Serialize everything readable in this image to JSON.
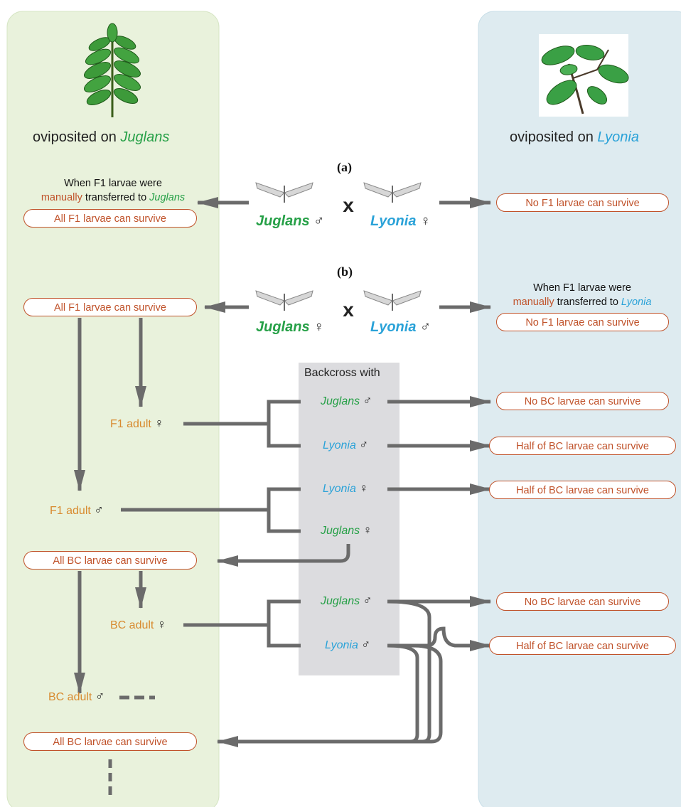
{
  "hosts": {
    "left": {
      "prefix": "oviposited on ",
      "name": "Juglans"
    },
    "right": {
      "prefix": "oviposited on ",
      "name": "Lyonia"
    }
  },
  "cross_a": {
    "label": "(a)",
    "male": {
      "species": "Juglans",
      "sex": "♂"
    },
    "female": {
      "species": "Lyonia",
      "sex": "♀"
    },
    "times": "x",
    "left_note_line1": "When F1 larvae were",
    "left_note_word": "manually",
    "left_note_mid": " transferred to ",
    "left_note_host": "Juglans",
    "left_result": "All F1 larvae can survive",
    "right_result": "No F1 larvae can survive"
  },
  "cross_b": {
    "label": "(b)",
    "female": {
      "species": "Juglans",
      "sex": "♀"
    },
    "male": {
      "species": "Lyonia",
      "sex": "♂"
    },
    "times": "x",
    "left_result": "All F1 larvae can survive",
    "right_note_line1": "When F1 larvae were",
    "right_note_word": "manually",
    "right_note_mid": " transferred to ",
    "right_note_host": "Lyonia",
    "right_result": "No F1 larvae can survive"
  },
  "backcross": {
    "title": "Backcross with",
    "f1_female": {
      "label": "F1 adult ",
      "sex": "♀"
    },
    "f1_male": {
      "label": "F1 adult ",
      "sex": "♂"
    },
    "bc_female": {
      "label": "BC adult ",
      "sex": "♀"
    },
    "bc_male": {
      "label": "BC adult ",
      "sex": "♂"
    },
    "partners": [
      {
        "species": "Juglans",
        "sex": "♂"
      },
      {
        "species": "Lyonia",
        "sex": "♂"
      },
      {
        "species": "Lyonia",
        "sex": "♀"
      },
      {
        "species": "Juglans",
        "sex": "♀"
      },
      {
        "species": "Juglans",
        "sex": "♂"
      },
      {
        "species": "Lyonia",
        "sex": "♂"
      }
    ],
    "results_right": [
      "No BC larvae can survive",
      "Half of BC larvae can survive",
      "Half of BC larvae can survive",
      "No BC larvae can survive",
      "Half of BC larvae can survive"
    ],
    "results_left": [
      "All BC larvae can survive",
      "All BC larvae can survive"
    ]
  },
  "colors": {
    "juglans": "#26a047",
    "lyonia": "#2aa2d8",
    "adult_label": "#d88a2e",
    "result_text": "#c0522a",
    "left_panel": "#e9f2dc",
    "right_panel": "#deebf0",
    "backcross_box": "#dcdcdf",
    "arrow": "#6b6b6b"
  }
}
